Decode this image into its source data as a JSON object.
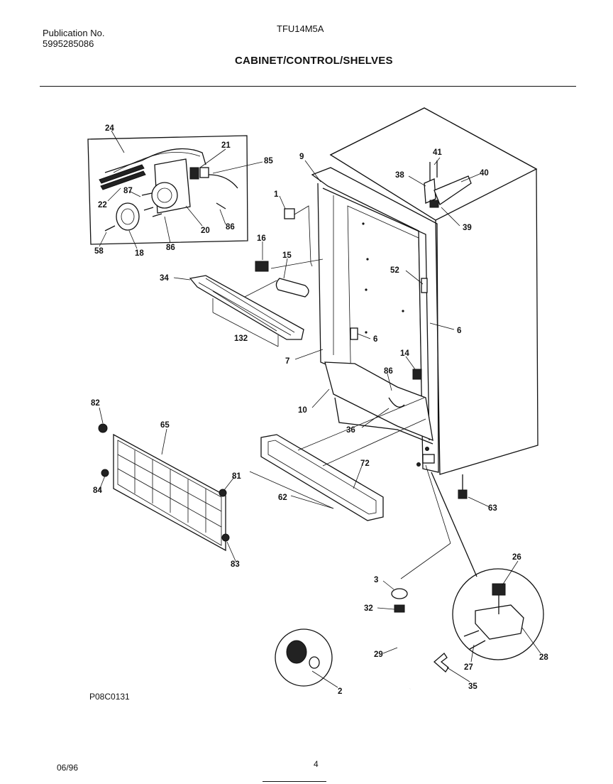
{
  "header": {
    "publication_label": "Publication No.",
    "publication_number": "5995285086",
    "model": "TFU14M5A",
    "title": "CABINET/CONTROL/SHELVES"
  },
  "footer": {
    "date": "06/96",
    "page": "4",
    "figure_code": "P08C0131"
  },
  "callouts": {
    "c24": "24",
    "c21": "21",
    "c85a": "85",
    "c87": "87",
    "c22": "22",
    "c20": "20",
    "c86a": "86",
    "c58": "58",
    "c18": "18",
    "c86b": "86",
    "c9": "9",
    "c41": "41",
    "c38": "38",
    "c40": "40",
    "c39": "39",
    "c1": "1",
    "c16": "16",
    "c15": "15",
    "c52": "52",
    "c34": "34",
    "c132": "132",
    "c6a": "6",
    "c6b": "6",
    "c7": "7",
    "c14": "14",
    "c86c": "86",
    "c10": "10",
    "c36": "36",
    "c82": "82",
    "c65": "65",
    "c81": "81",
    "c84": "84",
    "c83a": "83",
    "c72": "72",
    "c62": "62",
    "c63": "63",
    "c26": "26",
    "c3": "3",
    "c32": "32",
    "c29": "29",
    "c27": "27",
    "c28": "28",
    "c2": "2",
    "c35": "35"
  }
}
